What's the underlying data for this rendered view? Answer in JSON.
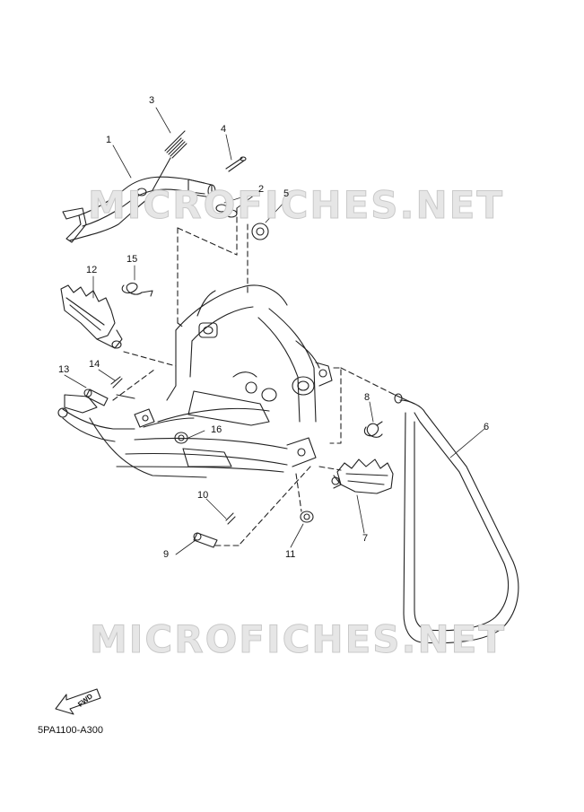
{
  "watermark": "MICROFICHES.NET",
  "diagram_code": "5PA1100-A300",
  "fwd_label": "FWD",
  "callouts": [
    "1",
    "2",
    "3",
    "4",
    "5",
    "6",
    "7",
    "8",
    "9",
    "10",
    "11",
    "12",
    "13",
    "14",
    "15",
    "16"
  ]
}
